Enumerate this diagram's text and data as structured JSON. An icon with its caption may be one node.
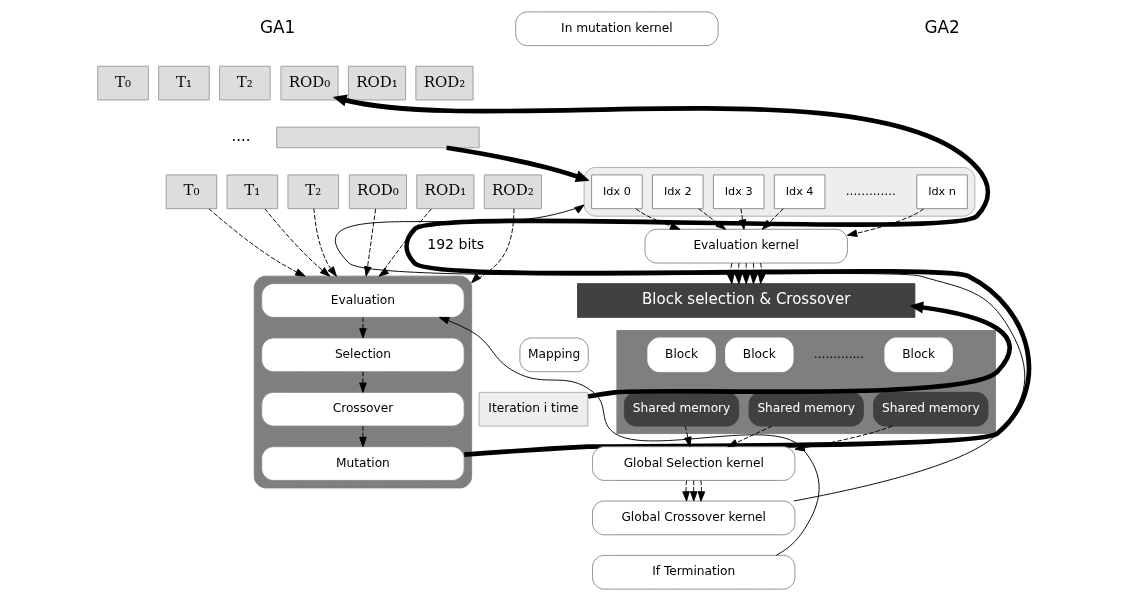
{
  "diagram": {
    "nodes": [
      {
        "text": [
          "T₀"
        ]
      },
      {
        "text": [
          "T₁"
        ]
      },
      {
        "text": [
          "T₂"
        ]
      },
      {
        "text": [
          "ROD₀"
        ]
      },
      {
        "text": [
          "ROD₁"
        ]
      },
      {
        "text": [
          "ROD₂"
        ]
      },
      {
        "text": [],
        "shape": "bar"
      },
      {
        "text": [
          "T₀"
        ]
      },
      {
        "text": [
          "T₁"
        ]
      },
      {
        "text": [
          "T₂"
        ]
      },
      {
        "text": [
          "ROD₀"
        ]
      },
      {
        "text": [
          "ROD₁"
        ]
      },
      {
        "text": [
          "ROD₂"
        ]
      },
      {
        "text": [],
        "shape": "box"
      },
      {
        "text": [
          "Evaluation"
        ],
        "in": 13
      },
      {
        "text": [
          "Selection"
        ],
        "in": 13
      },
      {
        "text": [
          "Crossover"
        ],
        "in": 13
      },
      {
        "text": [
          "Mutation"
        ],
        "in": 13
      },
      {
        "text": [
          "In mutation kernel"
        ]
      },
      {
        "text": [],
        "shape": "box"
      },
      {
        "text": [
          "Idx 0"
        ],
        "in": 19
      },
      {
        "text": [
          "Idx 2"
        ],
        "in": 19
      },
      {
        "text": [
          "Idx 3"
        ],
        "in": 19
      },
      {
        "text": [
          "Idx 4"
        ],
        "in": 19
      },
      {
        "text": [
          "Idx n"
        ],
        "in": 19
      },
      {
        "text": [
          "Evaluation kernel"
        ]
      },
      {
        "text": [
          "Block selection & Crossover"
        ]
      },
      {
        "text": [],
        "shape": "box"
      },
      {
        "text": [
          "Block"
        ],
        "in": 27
      },
      {
        "text": [
          "Shared memory"
        ],
        "in": 27
      },
      {
        "text": [
          "Block"
        ],
        "in": 27
      },
      {
        "text": [
          "Shared memory"
        ],
        "in": 27
      },
      {
        "text": [
          "Block"
        ],
        "in": 27
      },
      {
        "text": [
          "Shared memory"
        ],
        "in": 27
      },
      {
        "text": [
          "Mapping"
        ]
      },
      {
        "text": [
          "Iteration i time"
        ]
      },
      {
        "text": [
          "Global Selection kernel"
        ]
      },
      {
        "text": [
          "Global Crossover kernel"
        ]
      },
      {
        "text": [
          "If Termination"
        ]
      }
    ],
    "edges": [
      {
        "from": 17,
        "to": 3,
        "arrow": "to",
        "style": "thick"
      },
      {
        "from": 6,
        "to": 19,
        "arrow": "to",
        "style": "thick"
      },
      {
        "from": 7,
        "to": 13,
        "arrow": "to",
        "style": "dashed"
      },
      {
        "from": 8,
        "to": 13,
        "arrow": "to",
        "style": "dashed"
      },
      {
        "from": 9,
        "to": 13,
        "arrow": "to",
        "style": "dashed"
      },
      {
        "from": 10,
        "to": 13,
        "arrow": "to",
        "style": "dashed"
      },
      {
        "from": 11,
        "to": 13,
        "arrow": "to",
        "style": "dashed"
      },
      {
        "from": 12,
        "to": 13,
        "arrow": "to",
        "style": "dashed"
      },
      {
        "from": 14,
        "to": 15,
        "arrow": "to",
        "style": "dashed"
      },
      {
        "from": 15,
        "to": 16,
        "arrow": "to",
        "style": "dashed"
      },
      {
        "from": 16,
        "to": 17,
        "arrow": "to",
        "style": "dashed"
      },
      {
        "from": 38,
        "to": 14,
        "arrow": "to"
      },
      {
        "from": 37,
        "to": 19,
        "arrow": "to"
      },
      {
        "from": 20,
        "to": 25,
        "arrow": "to",
        "style": "dashed"
      },
      {
        "from": 21,
        "to": 25,
        "arrow": "to",
        "style": "dashed"
      },
      {
        "from": 22,
        "to": 25,
        "arrow": "to",
        "style": "dashed"
      },
      {
        "from": 23,
        "to": 25,
        "arrow": "to",
        "style": "dashed"
      },
      {
        "from": 24,
        "to": 25,
        "arrow": "to",
        "style": "dashed"
      },
      {
        "from": 25,
        "to": 26,
        "arrow": "to",
        "style": "dashed"
      },
      {
        "from": 25,
        "to": 26,
        "arrow": "to",
        "style": "dashed"
      },
      {
        "from": 25,
        "to": 26,
        "arrow": "to",
        "style": "dashed"
      },
      {
        "from": 25,
        "to": 26,
        "arrow": "to",
        "style": "dashed"
      },
      {
        "from": 25,
        "to": 26,
        "arrow": "to",
        "style": "dashed"
      },
      {
        "from": 29,
        "to": 36,
        "arrow": "to",
        "style": "dashed"
      },
      {
        "from": 31,
        "to": 36,
        "arrow": "to",
        "style": "dashed"
      },
      {
        "from": 33,
        "to": 36,
        "arrow": "to",
        "style": "dashed"
      },
      {
        "from": 36,
        "to": 37,
        "arrow": "to",
        "style": "dashed"
      },
      {
        "from": 36,
        "to": 37,
        "arrow": "to",
        "style": "dashed"
      },
      {
        "from": 36,
        "to": 37,
        "arrow": "to",
        "style": "dashed"
      },
      {
        "from": 35,
        "to": 26,
        "arrow": "to",
        "style": "thick"
      }
    ],
    "labels": [
      "GA1",
      "GA2",
      "....",
      "192 bits",
      ".............",
      "............."
    ]
  }
}
